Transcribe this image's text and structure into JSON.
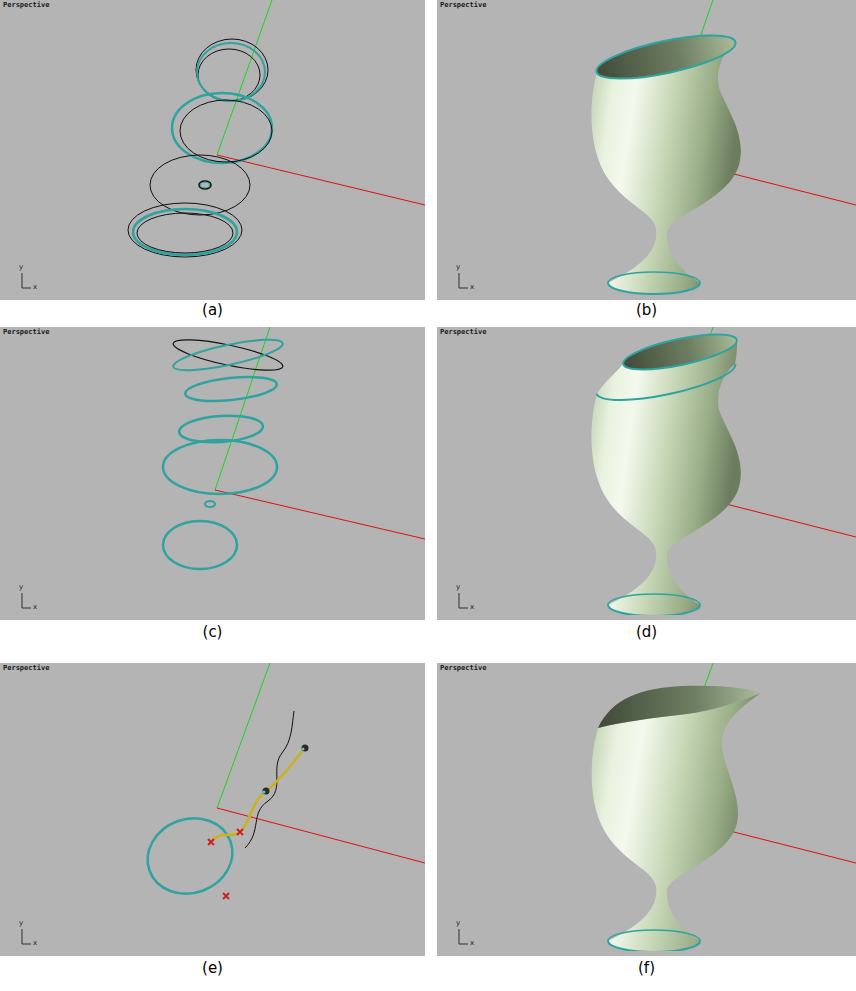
{
  "diagram": {
    "labels": [
      "Perspective",
      "y",
      "x",
      "Perspective",
      "y",
      "x",
      "Perspective",
      "y",
      "x",
      "Perspective",
      "y",
      "x",
      "Perspective",
      "y",
      "x",
      "Perspective",
      "y",
      "x",
      "(a)",
      "(b)",
      "(c)",
      "(d)",
      "(e)",
      "(f)"
    ]
  }
}
